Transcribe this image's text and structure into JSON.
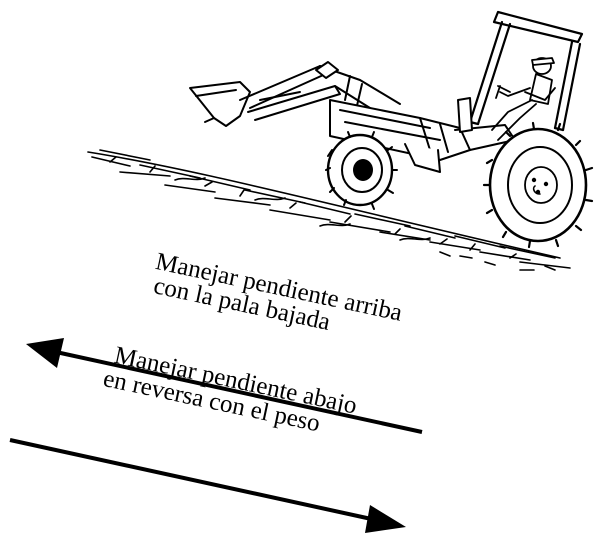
{
  "diagram": {
    "labels": {
      "uphill_line1": "Manejar pendiente arriba",
      "uphill_line2": "con la pala bajada",
      "downhill_line1": "Manejar pendiente abajo",
      "downhill_line2": "en reversa con el peso"
    },
    "colors": {
      "ink": "#000000",
      "background": "#ffffff"
    },
    "icons": {
      "illustration": "tractor-loader-on-slope-icon",
      "arrow_up": "arrow-left-up-icon",
      "arrow_down": "arrow-right-down-icon"
    }
  }
}
